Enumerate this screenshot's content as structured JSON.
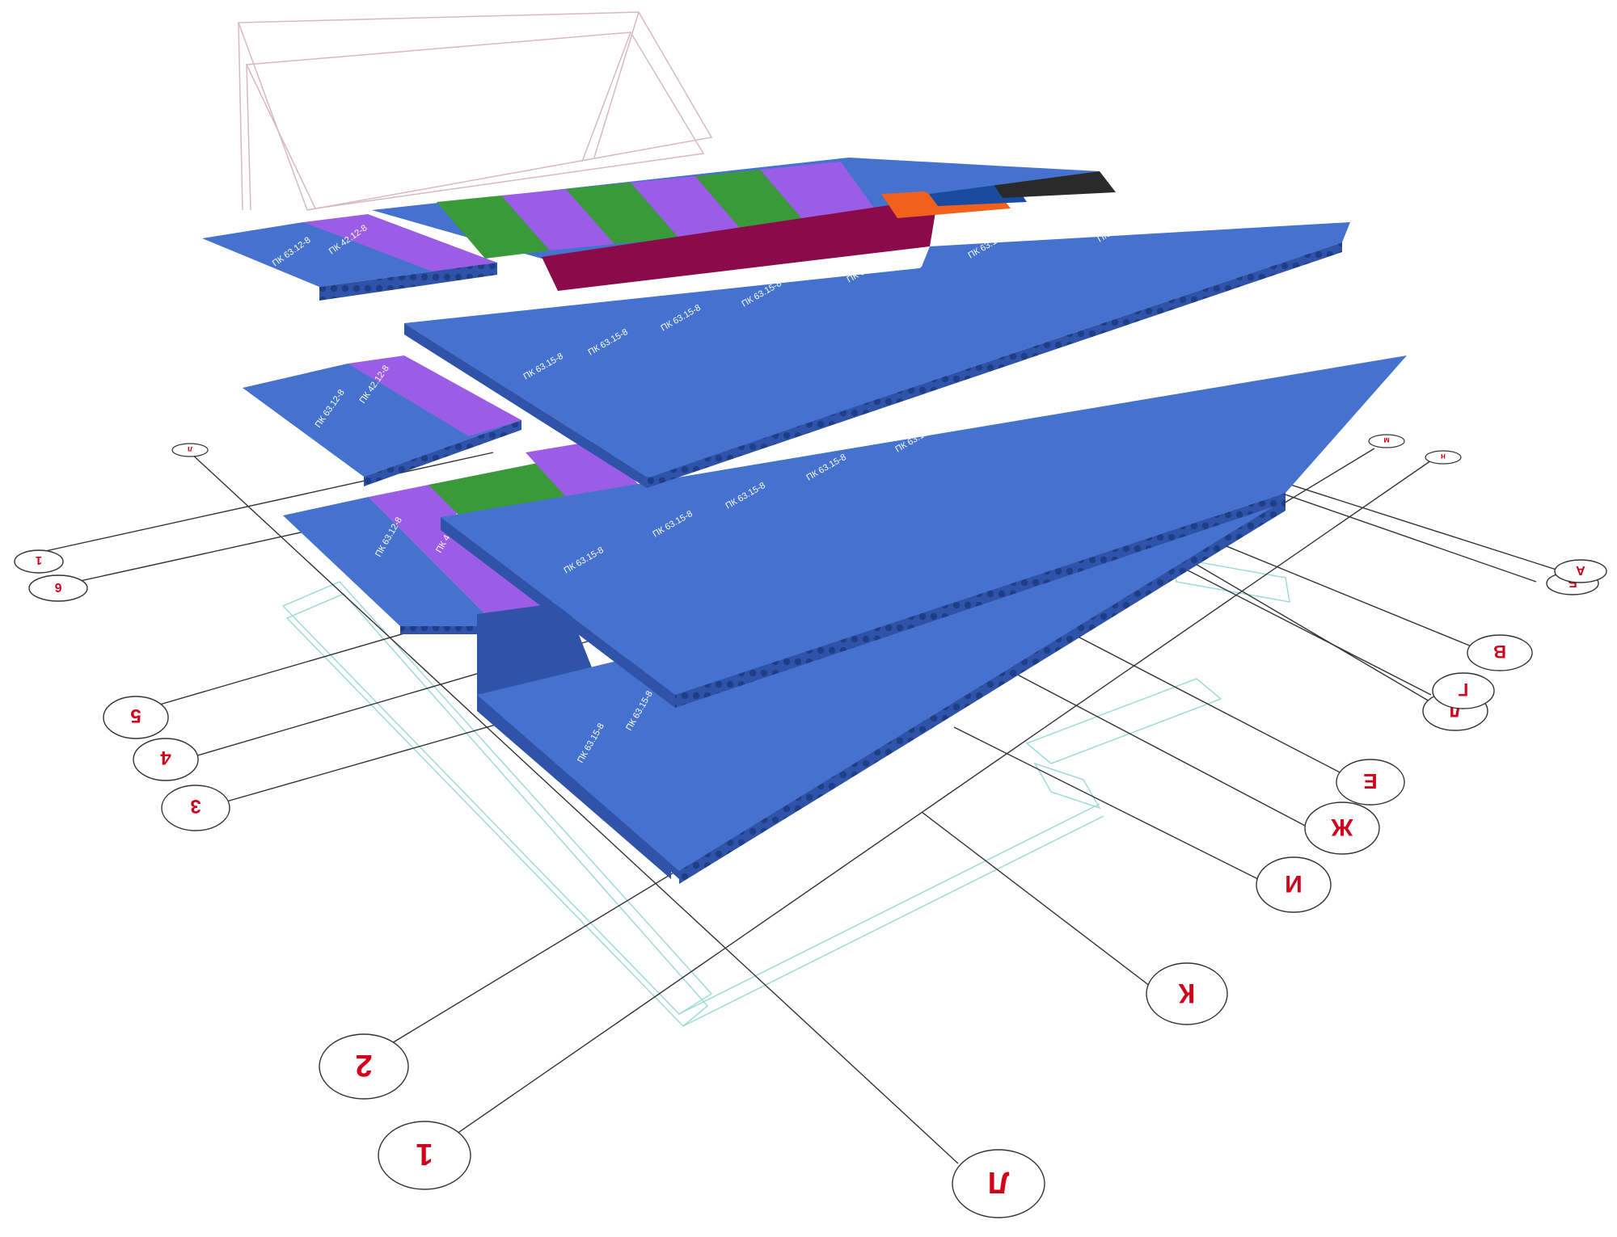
{
  "colors": {
    "slab_blue": "#4472CE",
    "slab_blue_edge": "#2F53A8",
    "slab_purple": "#9B5DE5",
    "slab_green": "#3A9A3A",
    "slab_maroon": "#8B0A4A",
    "slab_orange": "#F2611C",
    "slab_black": "#2A2A2A",
    "axis_line": "#333333",
    "axis_label": "#D0021B",
    "foundation": "#9FDCD6",
    "roof_outline": "#D9B8C4"
  },
  "slab_labels": {
    "blue_short": "ПК 63.12-8",
    "blue_long": "ПК 63.15-8",
    "purple": "ПК 42.12-8"
  },
  "axes": [
    {
      "id": "1",
      "label": "1",
      "size": "small"
    },
    {
      "id": "6",
      "label": "6",
      "size": "small"
    },
    {
      "id": "5",
      "label": "5",
      "size": "medium"
    },
    {
      "id": "4",
      "label": "4",
      "size": "medium"
    },
    {
      "id": "3",
      "label": "3",
      "size": "medium"
    },
    {
      "id": "2",
      "label": "2",
      "size": "large"
    },
    {
      "id": "1b",
      "label": "1",
      "size": "large"
    },
    {
      "id": "L",
      "label": "Л",
      "size": "large"
    },
    {
      "id": "K",
      "label": "К",
      "size": "large"
    },
    {
      "id": "I",
      "label": "И",
      "size": "large"
    },
    {
      "id": "Zh",
      "label": "Ж",
      "size": "large"
    },
    {
      "id": "E",
      "label": "Е",
      "size": "medium"
    },
    {
      "id": "D",
      "label": "Д",
      "size": "medium"
    },
    {
      "id": "G",
      "label": "Г",
      "size": "medium"
    },
    {
      "id": "V",
      "label": "В",
      "size": "medium"
    },
    {
      "id": "B",
      "label": "Б",
      "size": "small"
    },
    {
      "id": "A",
      "label": "А",
      "size": "small"
    },
    {
      "id": "tiny1",
      "label": "л",
      "size": "tiny"
    },
    {
      "id": "tiny2",
      "label": "м",
      "size": "tiny"
    },
    {
      "id": "tiny3",
      "label": "н",
      "size": "tiny"
    }
  ]
}
